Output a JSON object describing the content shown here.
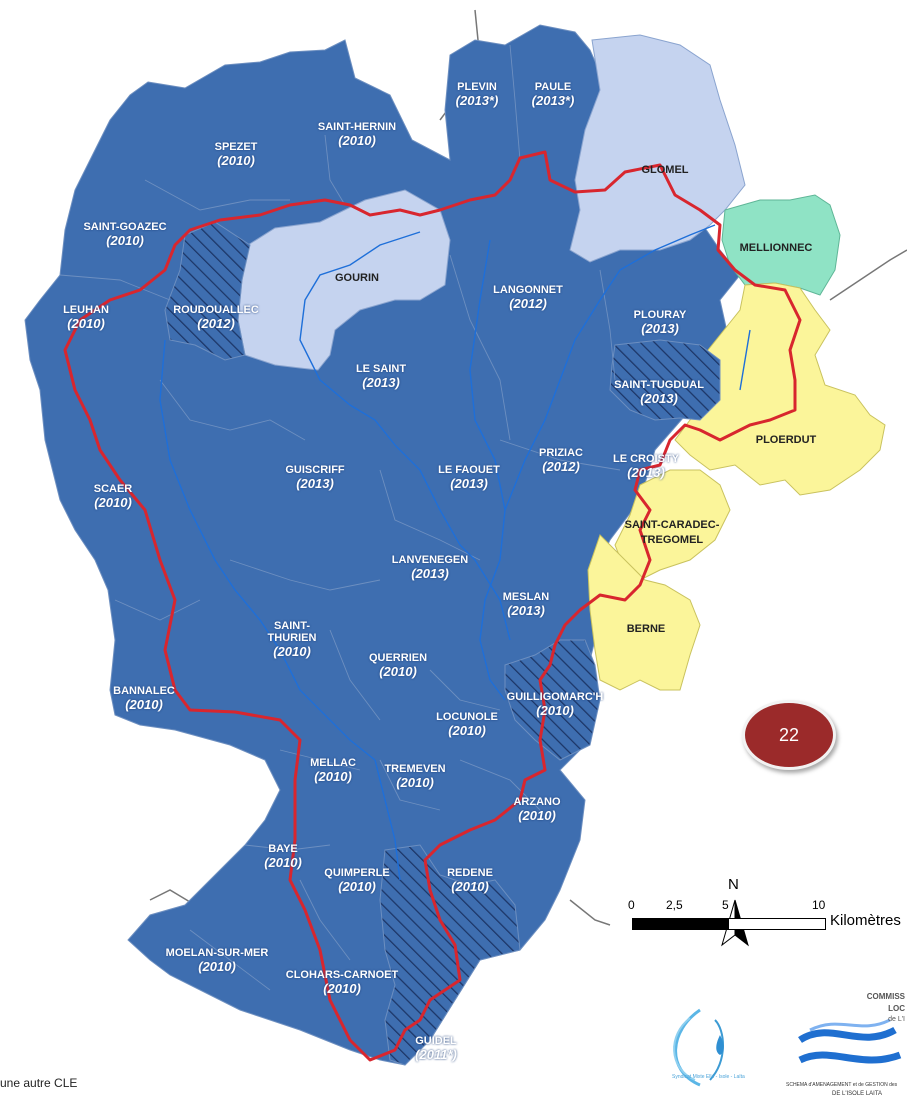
{
  "communes": [
    {
      "id": "plevin",
      "name": "PLEVIN",
      "year": "(2013*)"
    },
    {
      "id": "paule",
      "name": "PAULE",
      "year": "(2013*)"
    },
    {
      "id": "glomel",
      "name": "GLOMEL",
      "year": ""
    },
    {
      "id": "spezet",
      "name": "SPEZET",
      "year": "(2010)"
    },
    {
      "id": "saint-hernin",
      "name": "SAINT-HERNIN",
      "year": "(2010)"
    },
    {
      "id": "saint-goazec",
      "name": "SAINT-GOAZEC",
      "year": "(2010)"
    },
    {
      "id": "mellionnec",
      "name": "MELLIONNEC",
      "year": ""
    },
    {
      "id": "gourin",
      "name": "GOURIN",
      "year": ""
    },
    {
      "id": "langonnet",
      "name": "LANGONNET",
      "year": "(2012)"
    },
    {
      "id": "leuhan",
      "name": "LEUHAN",
      "year": "(2010)"
    },
    {
      "id": "roudouallec",
      "name": "ROUDOUALLEC",
      "year": "(2012)"
    },
    {
      "id": "plouray",
      "name": "PLOURAY",
      "year": "(2013)"
    },
    {
      "id": "le-saint",
      "name": "LE SAINT",
      "year": "(2013)"
    },
    {
      "id": "saint-tugdual",
      "name": "SAINT-TUGDUAL",
      "year": "(2013)"
    },
    {
      "id": "ploerdut",
      "name": "PLOERDUT",
      "year": ""
    },
    {
      "id": "priziac",
      "name": "PRIZIAC",
      "year": "(2012)"
    },
    {
      "id": "le-croisty",
      "name": "LE CROISTY",
      "year": "(2013)"
    },
    {
      "id": "guiscriff",
      "name": "GUISCRIFF",
      "year": "(2013)"
    },
    {
      "id": "le-faouet",
      "name": "LE FAOUET",
      "year": "(2013)"
    },
    {
      "id": "scaer",
      "name": "SCAER",
      "year": "(2010)"
    },
    {
      "id": "saint-caradec",
      "name": "SAINT-CARADEC-\nTREGOMEL",
      "year": ""
    },
    {
      "id": "lanvenegen",
      "name": "LANVENEGEN",
      "year": "(2013)"
    },
    {
      "id": "meslan",
      "name": "MESLAN",
      "year": "(2013)"
    },
    {
      "id": "berne",
      "name": "BERNE",
      "year": ""
    },
    {
      "id": "saint-thurien",
      "name": "SAINT-\nTHURIEN",
      "year": "(2010)"
    },
    {
      "id": "querrien",
      "name": "QUERRIEN",
      "year": "(2010)"
    },
    {
      "id": "bannalec",
      "name": "BANNALEC",
      "year": "(2010)"
    },
    {
      "id": "guilligomarch",
      "name": "GUILLIGOMARC'H",
      "year": "(2010)"
    },
    {
      "id": "locunole",
      "name": "LOCUNOLE",
      "year": "(2010)"
    },
    {
      "id": "mellac",
      "name": "MELLAC",
      "year": "(2010)"
    },
    {
      "id": "tremeven",
      "name": "TREMEVEN",
      "year": "(2010)"
    },
    {
      "id": "arzano",
      "name": "ARZANO",
      "year": "(2010)"
    },
    {
      "id": "baye",
      "name": "BAYE",
      "year": "(2010)"
    },
    {
      "id": "quimperle",
      "name": "QUIMPERLE",
      "year": "(2010)"
    },
    {
      "id": "redene",
      "name": "REDENE",
      "year": "(2010)"
    },
    {
      "id": "moelan",
      "name": "MOELAN-SUR-MER",
      "year": "(2010)"
    },
    {
      "id": "clohars",
      "name": "CLOHARS-CARNOET",
      "year": "(2010)"
    },
    {
      "id": "guidel",
      "name": "GUIDEL",
      "year": "(2011*)"
    }
  ],
  "colors": {
    "member": "#3e6eb0",
    "light": "#c5d3ef",
    "yellow": "#fbf59a",
    "teal": "#8fe3c5",
    "boundary": "#d8262e",
    "river": "#1e6fd9",
    "border": "#6d8fc0"
  },
  "page_badge": "22",
  "north_label": "N",
  "scale": {
    "ticks": [
      "0",
      "2,5",
      "5",
      "10"
    ],
    "unit": "Kilomètres"
  },
  "footer_text": "une autre CLE",
  "logo_commission": {
    "line1": "COMMISS",
    "line2": "LOC",
    "line3": "de L'I",
    "line4": "SCHEMA d'AMENAGEMENT et de GESTION des",
    "line5": "DE L'ISOLE LAITA"
  },
  "logo_syndicat": "Syndicat Mixte Ellé - Isole - Laïta"
}
